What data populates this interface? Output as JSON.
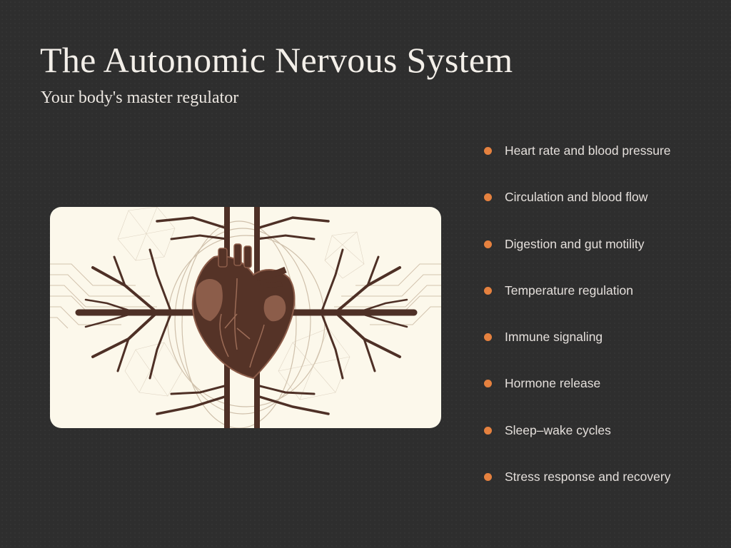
{
  "slide": {
    "title": "The Autonomic Nervous System",
    "subtitle": "Your body's master regulator"
  },
  "illustration": {
    "subject": "anatomical-heart-with-nerve-branches",
    "colors": {
      "panel_bg": "#fcf8eb",
      "branch": "#4e3026",
      "heart_dark": "#553327",
      "heart_light": "#8c5d4a",
      "lines": "#cbbca8"
    }
  },
  "bullets": {
    "color": "#e5813f",
    "items": [
      {
        "label": "Heart rate and blood pressure"
      },
      {
        "label": "Circulation and blood flow"
      },
      {
        "label": "Digestion and gut motility"
      },
      {
        "label": "Temperature regulation"
      },
      {
        "label": "Immune signaling"
      },
      {
        "label": "Hormone release"
      },
      {
        "label": "Sleep–wake cycles"
      },
      {
        "label": "Stress response and recovery"
      }
    ]
  },
  "theme": {
    "background": "#2e2e2e",
    "title_color": "#f3efe9",
    "text_color": "#e4dfdb"
  }
}
